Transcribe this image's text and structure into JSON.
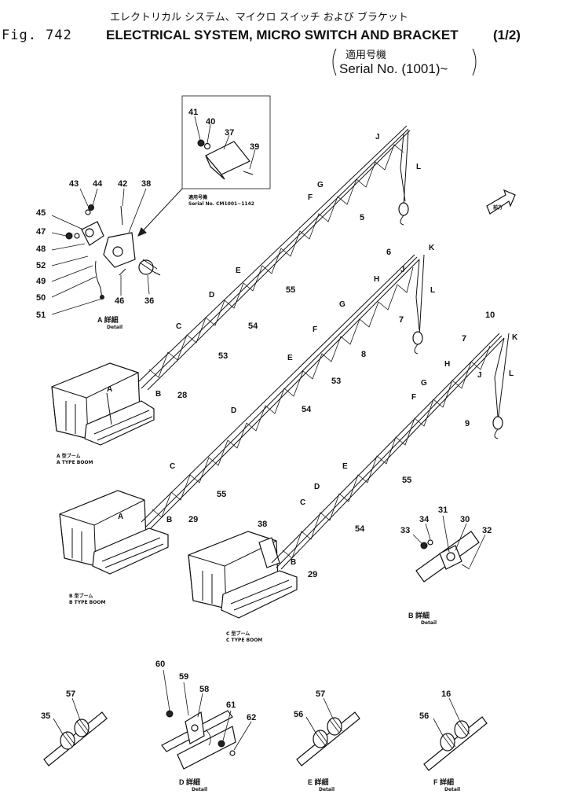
{
  "header": {
    "title_jp": "エレクトリカル システム、マイクロ スイッチ および ブラケット",
    "fig_label": "Fig. 742",
    "title_en": "ELECTRICAL SYSTEM, MICRO SWITCH AND BRACKET",
    "title_fraction": "(1/2)",
    "applicable_jp": "適用号機",
    "serial": "Serial No. (1001)~"
  },
  "inset": {
    "jp": "適用号機",
    "serial": "Serial No. CM1001~1142",
    "parts": [
      "41",
      "40",
      "37",
      "39"
    ]
  },
  "detail_a": {
    "label_jp": "A 詳細",
    "label_en": "Detail",
    "parts": [
      "43",
      "44",
      "42",
      "38",
      "45",
      "47",
      "48",
      "52",
      "49",
      "50",
      "51",
      "46",
      "36"
    ]
  },
  "boom_a": {
    "caption_jp": "A 型ブーム",
    "caption_en": "A TYPE BOOM",
    "parts": [
      "5",
      "55",
      "54",
      "53",
      "28"
    ],
    "letters": [
      "J",
      "L",
      "G",
      "F",
      "E",
      "D",
      "C",
      "A",
      "B"
    ]
  },
  "boom_b": {
    "caption_jp": "B 型ブーム",
    "caption_en": "B TYPE BOOM",
    "parts": [
      "6",
      "7",
      "8",
      "53",
      "54",
      "55",
      "29"
    ],
    "letters": [
      "K",
      "J",
      "H",
      "L",
      "G",
      "F",
      "E",
      "D",
      "C",
      "A",
      "B"
    ]
  },
  "boom_c": {
    "caption_jp": "C 型ブーム",
    "caption_en": "C TYPE BOOM",
    "parts": [
      "10",
      "7",
      "9",
      "55",
      "54",
      "38",
      "29"
    ],
    "letters": [
      "K",
      "H",
      "J",
      "L",
      "G",
      "F",
      "E",
      "D",
      "C",
      "B"
    ]
  },
  "detail_b": {
    "label": "B 詳細",
    "label_en": "Detail",
    "parts": [
      "31",
      "34",
      "30",
      "33",
      "32"
    ]
  },
  "detail_d": {
    "label": "D 詳細",
    "label_en": "Detail",
    "parts": [
      "60",
      "59",
      "58",
      "61",
      "62"
    ]
  },
  "detail_e": {
    "label": "E 詳細",
    "label_en": "Detail",
    "parts": [
      "57",
      "56"
    ]
  },
  "detail_f": {
    "label": "F 詳細",
    "label_en": "Detail",
    "parts": [
      "16",
      "56"
    ]
  },
  "detail_left": {
    "parts": [
      "57",
      "35"
    ]
  },
  "front_arrow": "前方"
}
